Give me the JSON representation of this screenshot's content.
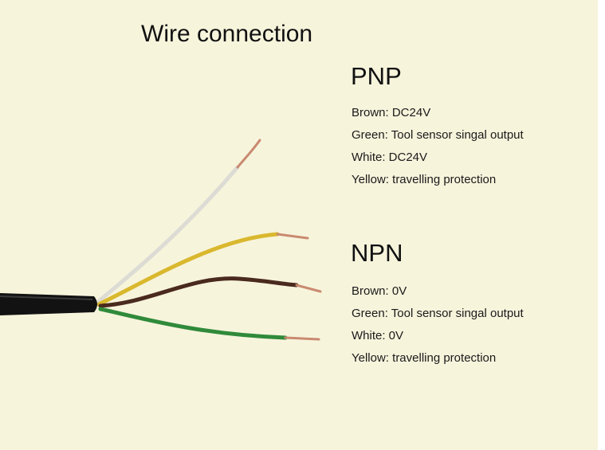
{
  "title": "Wire connection",
  "pnp": {
    "heading": "PNP",
    "lines": [
      "Brown: DC24V",
      "Green: Tool sensor singal output",
      "White: DC24V",
      "Yellow: travelling protection"
    ]
  },
  "npn": {
    "heading": "NPN",
    "lines": [
      "Brown: 0V",
      "Green: Tool sensor singal output",
      "White: 0V",
      "Yellow: travelling protection"
    ]
  },
  "colors": {
    "background": "#f7f4dc",
    "cable_jacket": "#121212",
    "wire_white": "#dcdcd4",
    "wire_yellow": "#d9b82e",
    "wire_brown": "#4a2a1e",
    "wire_green": "#2f8a3a",
    "copper": "#c98a70"
  }
}
